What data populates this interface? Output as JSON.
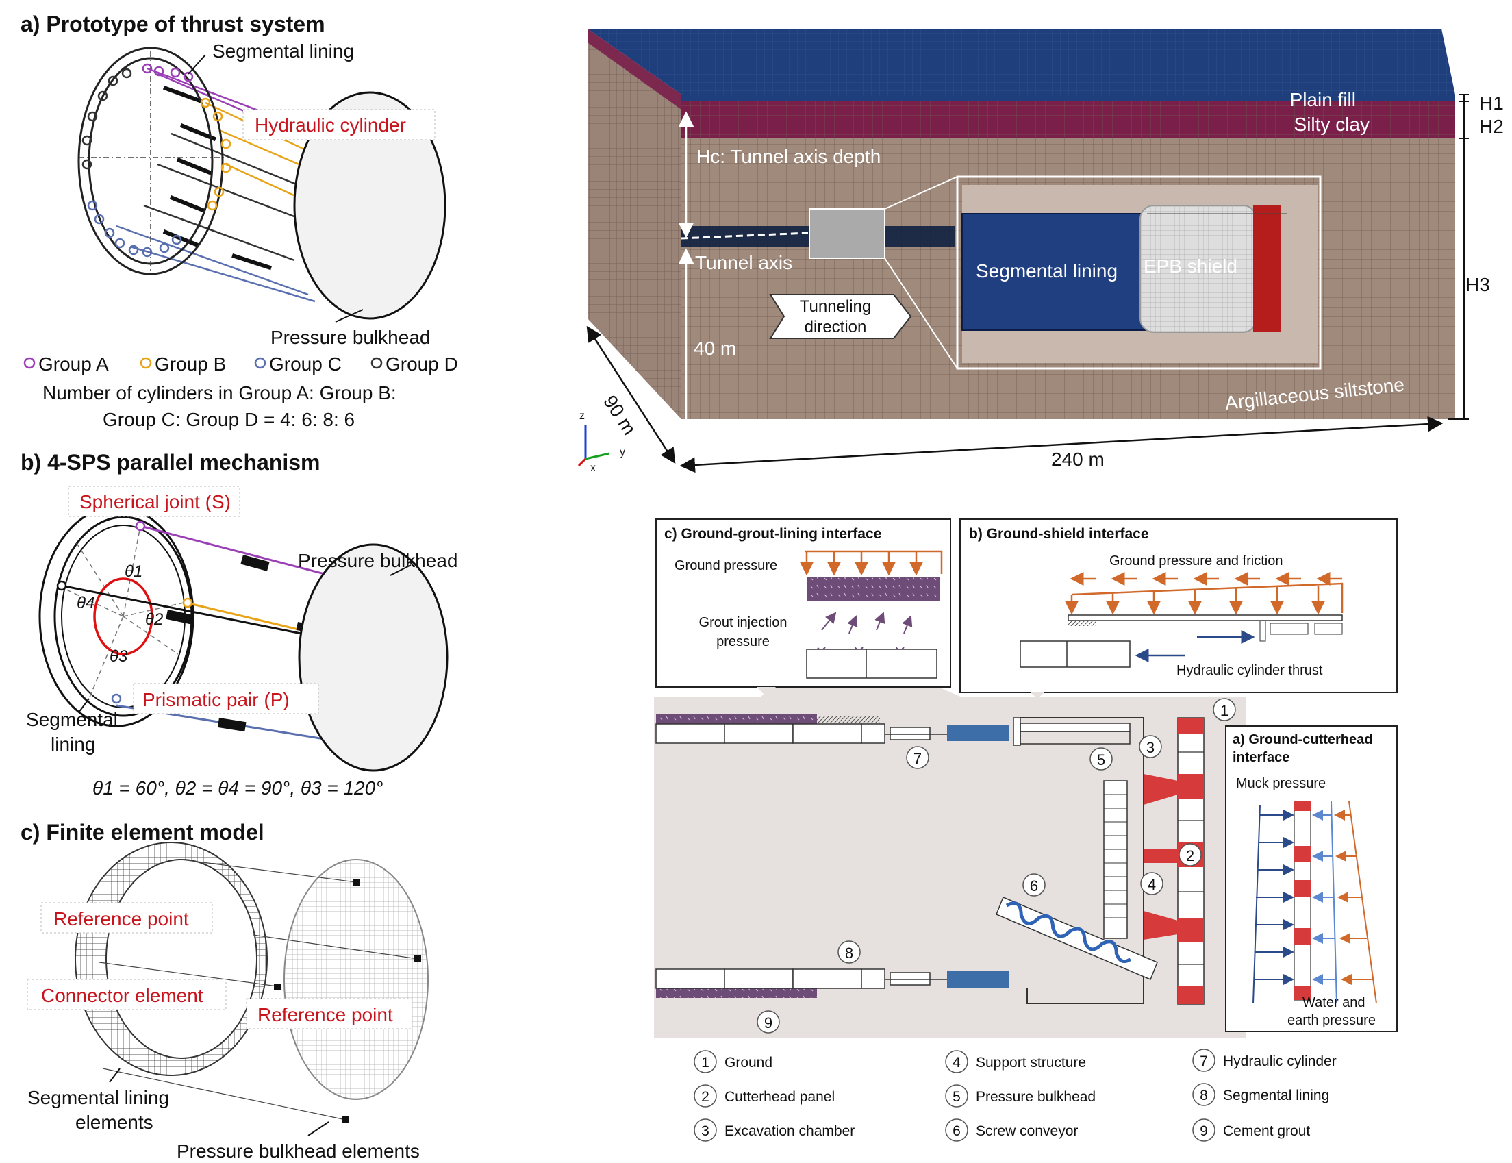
{
  "panel_a": {
    "title": "a) Prototype of thrust system",
    "segmental_lining": "Segmental lining",
    "hydraulic_cylinder": "Hydraulic cylinder",
    "pressure_bulkhead": "Pressure bulkhead",
    "legend": [
      {
        "label": "Group A",
        "color": "#9b3fb6"
      },
      {
        "label": "Group B",
        "color": "#e8a317"
      },
      {
        "label": "Group C",
        "color": "#5a6fb0"
      },
      {
        "label": "Group D",
        "color": "#333333"
      }
    ],
    "note_line1": "Number of cylinders in Group A: Group B:",
    "note_line2": "Group C: Group D = 4: 6: 8: 6"
  },
  "panel_b": {
    "title": "b) 4-SPS parallel mechanism",
    "spherical_joint": "Spherical joint (S)",
    "pressure_bulkhead": "Pressure bulkhead",
    "prismatic_pair": "Prismatic pair (P)",
    "segmental": "Segmental",
    "lining": "lining",
    "theta1": "θ1",
    "theta2": "θ2",
    "theta3": "θ3",
    "theta4": "θ4",
    "equation": "θ1 = 60°, θ2 = θ4 = 90°, θ3 = 120°"
  },
  "panel_c": {
    "title": "c) Finite element model",
    "reference_point_1": "Reference point",
    "connector_element": "Connector element",
    "reference_point_2": "Reference point",
    "seg_elements_1": "Segmental lining",
    "seg_elements_2": "elements",
    "bulkhead_elements": "Pressure bulkhead elements"
  },
  "model3d": {
    "plain_fill": "Plain fill",
    "silty_clay": "Silty clay",
    "h1": "H1",
    "h2": "H2",
    "h3": "H3",
    "hc_label": "Hc: Tunnel axis depth",
    "tunnel_axis": "Tunnel axis",
    "tunneling_1": "Tunneling",
    "tunneling_2": "direction",
    "segmental_lining": "Segmental lining",
    "epb_shield": "EPB shield",
    "depth_40": "40 m",
    "width_90": "90 m",
    "length_240": "240 m",
    "argillaceous": "Argillaceous siltstone",
    "axis_z": "z",
    "axis_y": "y",
    "axis_x": "x"
  },
  "interfaces": {
    "c_title": "c) Ground-grout-lining interface",
    "ground_pressure": "Ground pressure",
    "grout_1": "Grout injection",
    "grout_2": "pressure",
    "b_title": "b) Ground-shield interface",
    "ground_friction": "Ground pressure and friction",
    "hyd_thrust": "Hydraulic cylinder thrust",
    "a_title_1": "a) Ground-cutterhead",
    "a_title_2": "interface",
    "muck": "Muck pressure",
    "water_1": "Water and",
    "water_2": "earth pressure"
  },
  "callouts": [
    "1",
    "2",
    "3",
    "4",
    "5",
    "6",
    "7",
    "8",
    "9"
  ],
  "key": [
    {
      "num": "1",
      "label": "Ground"
    },
    {
      "num": "2",
      "label": "Cutterhead panel"
    },
    {
      "num": "3",
      "label": "Excavation chamber"
    },
    {
      "num": "4",
      "label": "Support structure"
    },
    {
      "num": "5",
      "label": "Pressure bulkhead"
    },
    {
      "num": "6",
      "label": "Screw conveyor"
    },
    {
      "num": "7",
      "label": "Hydraulic cylinder"
    },
    {
      "num": "8",
      "label": "Segmental lining"
    },
    {
      "num": "9",
      "label": "Cement grout"
    }
  ],
  "colors": {
    "groupA": "#9b3fb6",
    "groupB": "#e8a317",
    "groupC": "#5a6fb0",
    "groupD": "#333333",
    "accent_red": "#c8141c",
    "soil": "#a08a7c",
    "lining_blue": "#1f3f80",
    "cutter_red": "#d63a3a",
    "grout_purple": "#6e4c78",
    "orange_arrow": "#d0692a"
  }
}
